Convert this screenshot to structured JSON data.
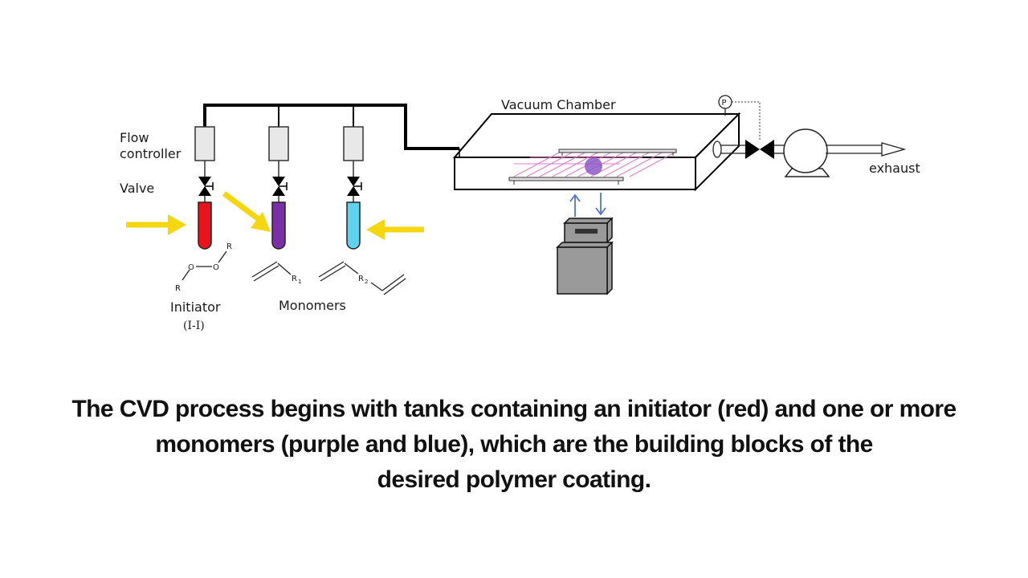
{
  "labels": {
    "flow_controller_line1": "Flow",
    "flow_controller_line2": "controller",
    "valve": "Valve",
    "vacuum_chamber": "Vacuum Chamber",
    "pressure_gauge": "P",
    "exhaust": "exhaust",
    "initiator": "Initiator",
    "initiator_formula": "(I-I)",
    "monomers": "Monomers"
  },
  "chemistry": {
    "peroxide_o1": "O",
    "peroxide_o2": "O",
    "peroxide_r1": "R",
    "peroxide_r2": "R",
    "monomer1_r": "R",
    "monomer1_sub": "1",
    "monomer2_r": "R",
    "monomer2_sub": "2"
  },
  "tanks": [
    {
      "role": "initiator",
      "color": "#e8141c"
    },
    {
      "role": "monomer",
      "color": "#7b2fa6"
    },
    {
      "role": "monomer",
      "color": "#5fd3ee"
    }
  ],
  "colors": {
    "arrow": "#f5d60f",
    "coolant": "#4f73d6",
    "substrate_lines": "#e57ac7",
    "substrate_disc": "#8d5bc7",
    "equipment_gray": "#9a9a9a"
  },
  "caption": {
    "line1": "The CVD process begins with tanks containing an initiator (red) and one or more",
    "line2": "monomers (purple and blue), which are the building blocks of the",
    "line3": "desired polymer coating."
  }
}
